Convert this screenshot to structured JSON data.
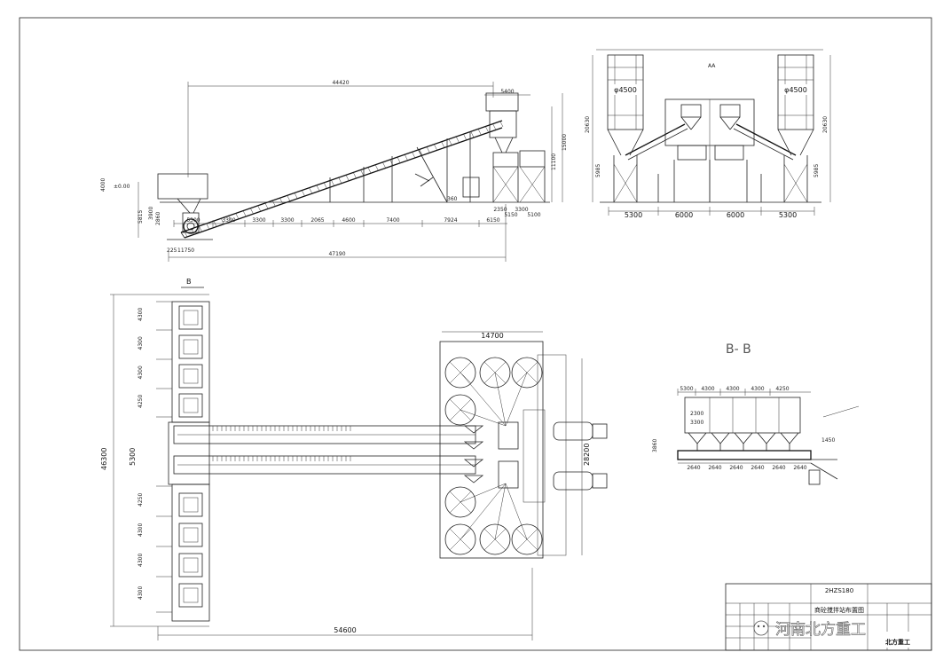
{
  "model_code": "2HZS180",
  "drawing_title": "商砼搅拌站布置图",
  "section_label": "B- B",
  "section_marker": "B",
  "watermark_text": "河南北方重工",
  "company_logo_text": "北方重工",
  "elevation_dims": {
    "overall_top": "44420",
    "overall_bottom": "47190",
    "top_right": "5400",
    "left_level": "±0.00",
    "left_h1": "4000",
    "left_h2": "5815",
    "left_h3": "3900",
    "left_h4": "2860",
    "right_h1": "11100",
    "right_h2": "15000",
    "bottom_small": "11750",
    "bottom_small2": "225",
    "seg": [
      "5300",
      "3300",
      "3300",
      "3300",
      "2065",
      "4600",
      "7400",
      "7924",
      "6150"
    ],
    "seg_right": [
      "2350",
      "5150",
      "3300",
      "5100"
    ],
    "mid_small": "360"
  },
  "end_view_dims": {
    "silo_left": "φ4500",
    "silo_right": "φ4500",
    "height_left": "20630",
    "height_right": "20630",
    "lower_left": "5985",
    "lower_right": "5985",
    "top_mark": "AA",
    "bottom": [
      "5300",
      "6000",
      "6000",
      "5300"
    ]
  },
  "plan_dims": {
    "total_height": "46300",
    "total_width": "54600",
    "plant_width": "14700",
    "plant_height": "28200",
    "middle_gap": "5300",
    "bin_spacing": [
      "4300",
      "4300",
      "4300",
      "4250",
      "4250",
      "4300",
      "4300",
      "4300"
    ]
  },
  "section_dims": {
    "top": [
      "5300",
      "4300",
      "4300",
      "4300",
      "4250"
    ],
    "inner": [
      "2300",
      "3300"
    ],
    "left_v": "3860",
    "right_v": "1450",
    "bottom": [
      "2640",
      "2640",
      "2640",
      "2640",
      "2640",
      "2640"
    ]
  }
}
